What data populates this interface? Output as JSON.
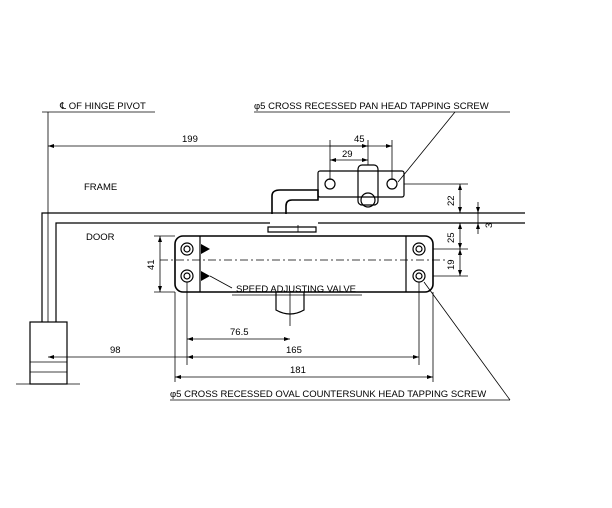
{
  "labels": {
    "hinge_pivot": "℄ OF HINGE PIVOT",
    "top_screw": "φ5 CROSS RECESSED PAN HEAD TAPPING SCREW",
    "frame": "FRAME",
    "door": "DOOR",
    "speed_valve": "SPEED ADJUSTING VALVE",
    "bottom_screw": "φ5 CROSS RECESSED OVAL COUNTERSUNK HEAD TAPPING SCREW"
  },
  "dimensions": {
    "d199": "199",
    "d45": "45",
    "d29": "29",
    "d22": "22",
    "d3": "3",
    "d25": "25",
    "d19": "19",
    "d41": "41",
    "d76_5": "76.5",
    "d165": "165",
    "d98": "98",
    "d181": "181"
  }
}
